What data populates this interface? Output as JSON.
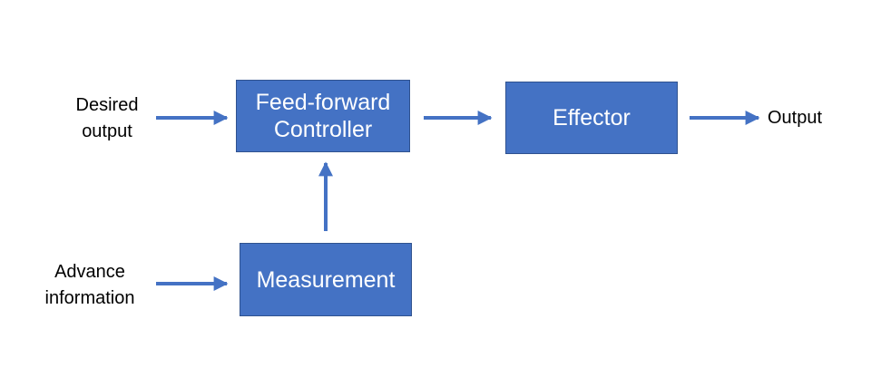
{
  "colors": {
    "block_fill": "#4472c4",
    "block_border": "#2f528f",
    "arrow": "#4472c4",
    "block_text": "#ffffff",
    "label_text": "#000000"
  },
  "blocks": {
    "feedforward": {
      "line1": "Feed-forward",
      "line2": "Controller"
    },
    "effector": {
      "label": "Effector"
    },
    "measurement": {
      "label": "Measurement"
    }
  },
  "labels": {
    "desired": {
      "line1": "Desired",
      "line2": "output"
    },
    "advance": {
      "line1": "Advance",
      "line2": "information"
    },
    "output": "Output"
  },
  "connections": [
    {
      "from": "Desired output",
      "to": "Feed-forward Controller"
    },
    {
      "from": "Advance information",
      "to": "Measurement"
    },
    {
      "from": "Measurement",
      "to": "Feed-forward Controller"
    },
    {
      "from": "Feed-forward Controller",
      "to": "Effector"
    },
    {
      "from": "Effector",
      "to": "Output"
    }
  ]
}
